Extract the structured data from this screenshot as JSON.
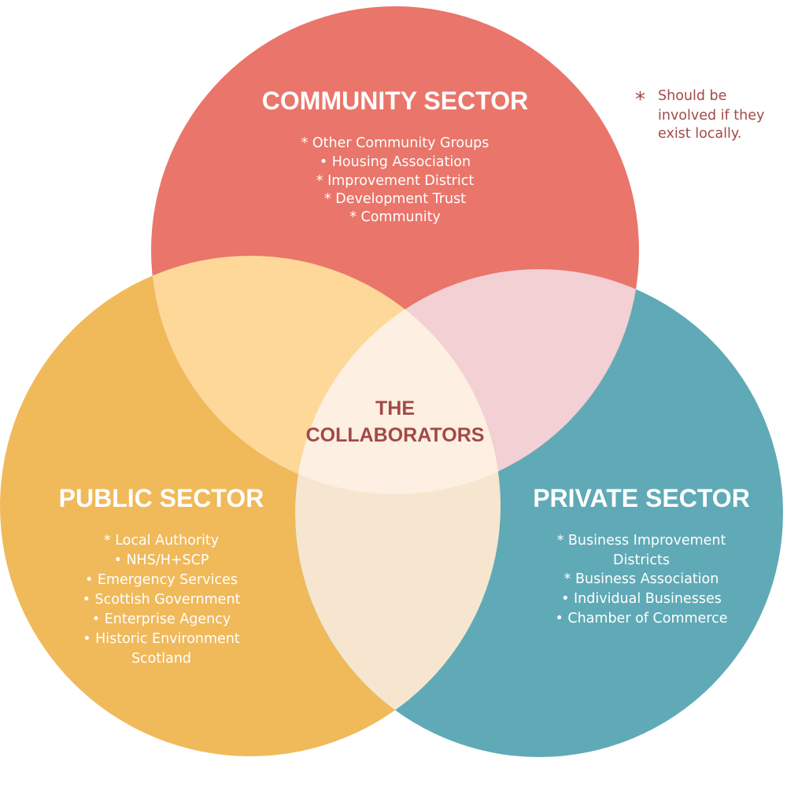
{
  "colors": {
    "community": "#ea756a",
    "public": "#f0b95a",
    "private": "#5faab6",
    "community_public": "#fdd899",
    "community_private": "#f2d0d4",
    "public_private": "#f6e6cf",
    "center": "#fdefe1",
    "accent_text": "#a14a47"
  },
  "legend": {
    "marker": "*",
    "lines": [
      "Should be",
      "involved if they",
      "exist locally."
    ]
  },
  "center": {
    "lines": [
      "THE",
      "COLLABORATORS"
    ]
  },
  "sectors": {
    "community": {
      "title": "COMMUNITY SECTOR",
      "items": [
        "* Other Community Groups",
        "• Housing Association",
        "* Improvement District",
        "* Development Trust",
        "* Community"
      ]
    },
    "public": {
      "title": "PUBLIC SECTOR",
      "items": [
        "* Local Authority",
        "• NHS/H+SCP",
        "• Emergency Services",
        "• Scottish Government",
        "• Enterprise Agency",
        "• Historic Environment",
        "Scotland"
      ]
    },
    "private": {
      "title": "PRIVATE SECTOR",
      "items": [
        "* Business Improvement",
        "Districts",
        "* Business Association",
        "• Individual Businesses",
        "• Chamber of Commerce"
      ]
    }
  }
}
